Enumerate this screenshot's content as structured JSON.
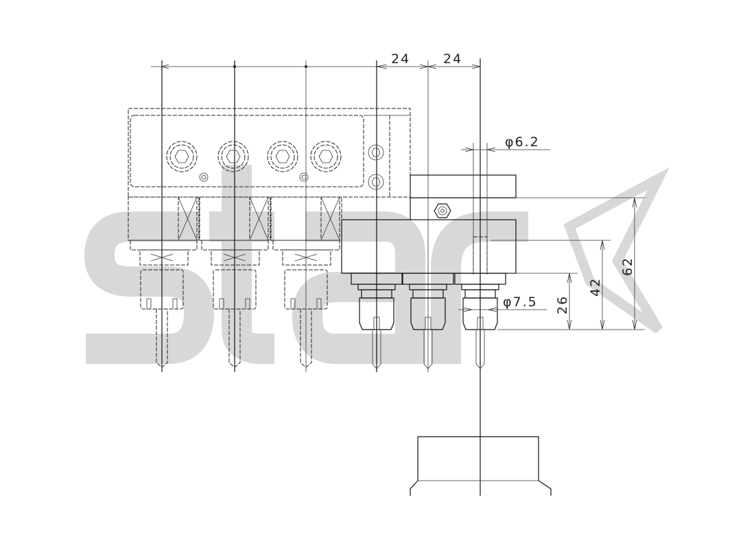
{
  "watermark": {
    "text": "star"
  },
  "dimensions": {
    "pitch_1": "24",
    "pitch_2": "24",
    "diameter_drill": "φ6.2",
    "diameter_collet": "φ7.5",
    "height_26": "26",
    "height_42": "42",
    "height_62": "62"
  },
  "colors": {
    "line": "#111111",
    "watermark": "#d8d8d8"
  }
}
